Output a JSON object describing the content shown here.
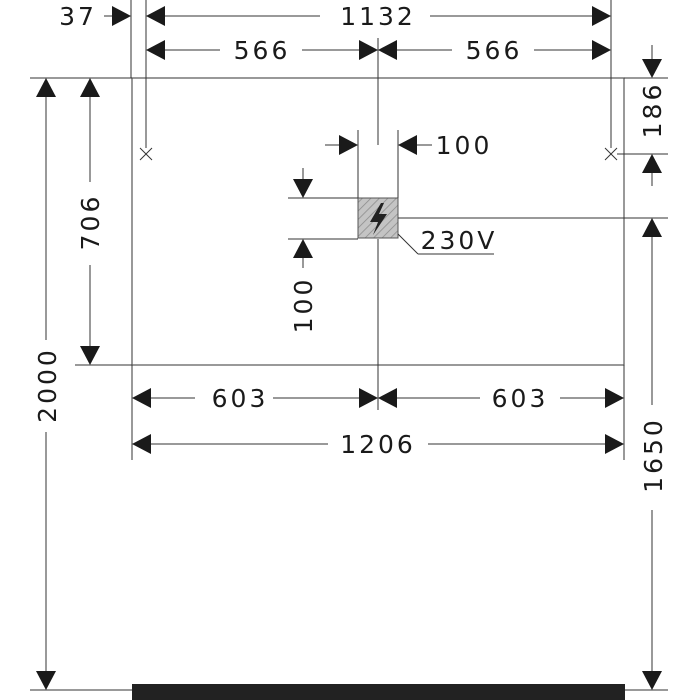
{
  "colors": {
    "line": "#333333",
    "text": "#1a1a1a",
    "floor": "#222222",
    "socket_fill": "#bdbdbd"
  },
  "icons": {
    "socket": "lightning-bolt-icon",
    "mount_point": "x-cross-icon"
  },
  "dimensions": {
    "wall_offset": "37",
    "mount_spacing": "1132",
    "mount_half_left": "566",
    "mount_half_right": "566",
    "top_offset": "186",
    "socket_width": "100",
    "socket_height": "100",
    "voltage": "230V",
    "mirror_height": "706",
    "total_height": "2000",
    "floor_to_socket": "1650",
    "width_half_left": "603",
    "width_half_right": "603",
    "total_width": "1206"
  }
}
